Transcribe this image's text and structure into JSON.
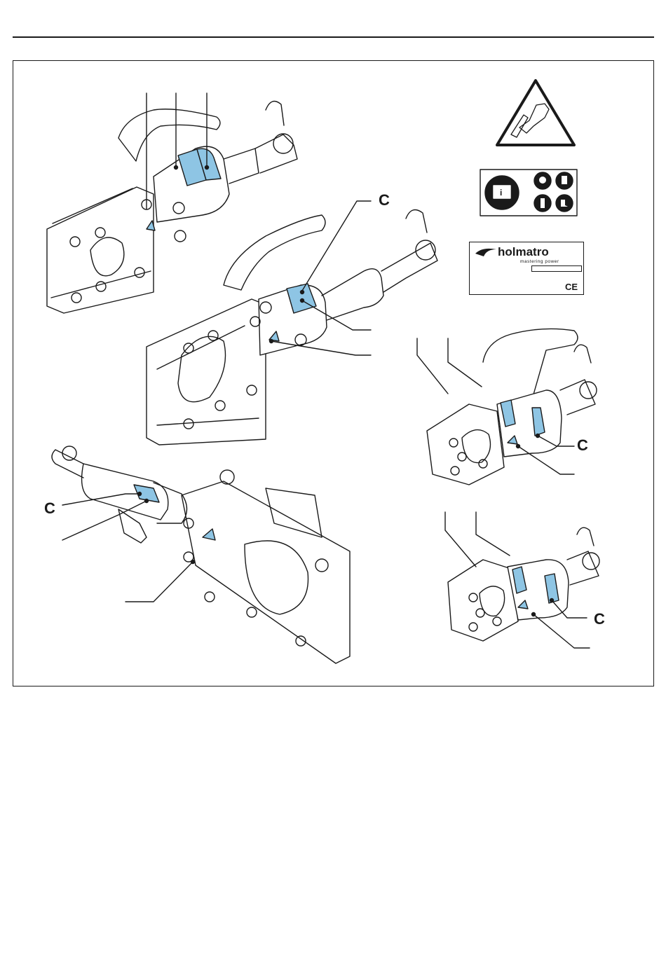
{
  "callout_letter": "C",
  "labels": {
    "label_c_top": "C",
    "label_c_right_top": "C",
    "label_c_left_bottom": "C",
    "label_c_right_bottom": "C"
  },
  "decals": {
    "warning_icon": "hand-cut-warning-icon",
    "ppe_panel_icons": [
      "read-manual-icon",
      "face-protection-icon",
      "gloves-icon",
      "protective-clothing-icon",
      "safety-boots-icon"
    ],
    "brand_text": "holmatro",
    "brand_tagline": "mastering power",
    "conformity_mark": "CE"
  },
  "colors": {
    "decal_blue": "#8ec5e4",
    "line": "#1a1a1a",
    "warning_yellow": "#ffffff"
  }
}
